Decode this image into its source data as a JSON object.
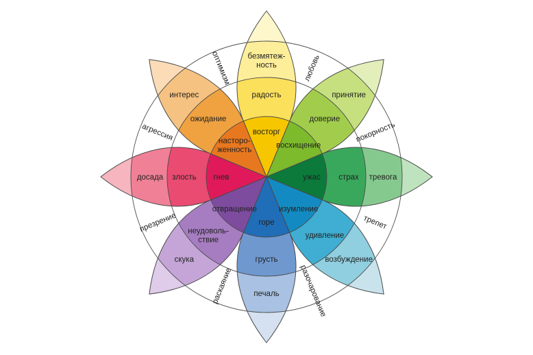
{
  "title": "Колесо эмоций Плутчика",
  "petals": [
    {
      "name": "joy",
      "core": [
        "восторг"
      ],
      "mid": [
        "радость"
      ],
      "outer": [
        "безмятеж-",
        "ность"
      ],
      "colors": {
        "core": "#f6c600",
        "mid": "#fbe05c",
        "outer": "#fdee9a",
        "tip": "#fef7cc"
      }
    },
    {
      "name": "trust",
      "core": [
        "восхищение"
      ],
      "mid": [
        "доверие"
      ],
      "outer": [
        "принятие"
      ],
      "colors": {
        "core": "#7dba2c",
        "mid": "#a2cd4c",
        "outer": "#c6e07f",
        "tip": "#e3efbb"
      }
    },
    {
      "name": "fear",
      "core": [
        "ужас"
      ],
      "mid": [
        "страх"
      ],
      "outer": [
        "тревога"
      ],
      "colors": {
        "core": "#0b7a3b",
        "mid": "#3aa85c",
        "outer": "#86c98f",
        "tip": "#bfe2bf"
      }
    },
    {
      "name": "surprise",
      "core": [
        "изумление"
      ],
      "mid": [
        "удивление"
      ],
      "outer": [
        "возбуждение"
      ],
      "colors": {
        "core": "#138bc2",
        "mid": "#40aed2",
        "outer": "#90cfe0",
        "tip": "#c9e3ec"
      }
    },
    {
      "name": "sadness",
      "core": [
        "горе"
      ],
      "mid": [
        "грусть"
      ],
      "outer": [
        "печаль"
      ],
      "colors": {
        "core": "#206db8",
        "mid": "#6f98cf",
        "outer": "#a9c1e2",
        "tip": "#d5e1f1"
      }
    },
    {
      "name": "disgust",
      "core": [
        "отвращение"
      ],
      "mid": [
        "неудоволь-",
        "ствие"
      ],
      "outer": [
        "скука"
      ],
      "colors": {
        "core": "#7e4c9f",
        "mid": "#a67dc1",
        "outer": "#c5a5d7",
        "tip": "#dfcbea"
      }
    },
    {
      "name": "anger",
      "core": [
        "гнев"
      ],
      "mid": [
        "злость"
      ],
      "outer": [
        "досада"
      ],
      "colors": {
        "core": "#e01a5a",
        "mid": "#e94b71",
        "outer": "#f08096",
        "tip": "#f6b5bf"
      }
    },
    {
      "name": "anticipation",
      "core": [
        "насторо-",
        "женность"
      ],
      "mid": [
        "ожидание"
      ],
      "outer": [
        "интерес"
      ],
      "colors": {
        "core": "#e8781f",
        "mid": "#f0a241",
        "outer": "#f6c281",
        "tip": "#fbdcb6"
      }
    }
  ],
  "dyads": [
    "любовь",
    "покорность",
    "трепет",
    "разочарование",
    "раскаяние",
    "презрение",
    "агрессия",
    "оптимизм"
  ],
  "line_color": "#4a4a4a"
}
